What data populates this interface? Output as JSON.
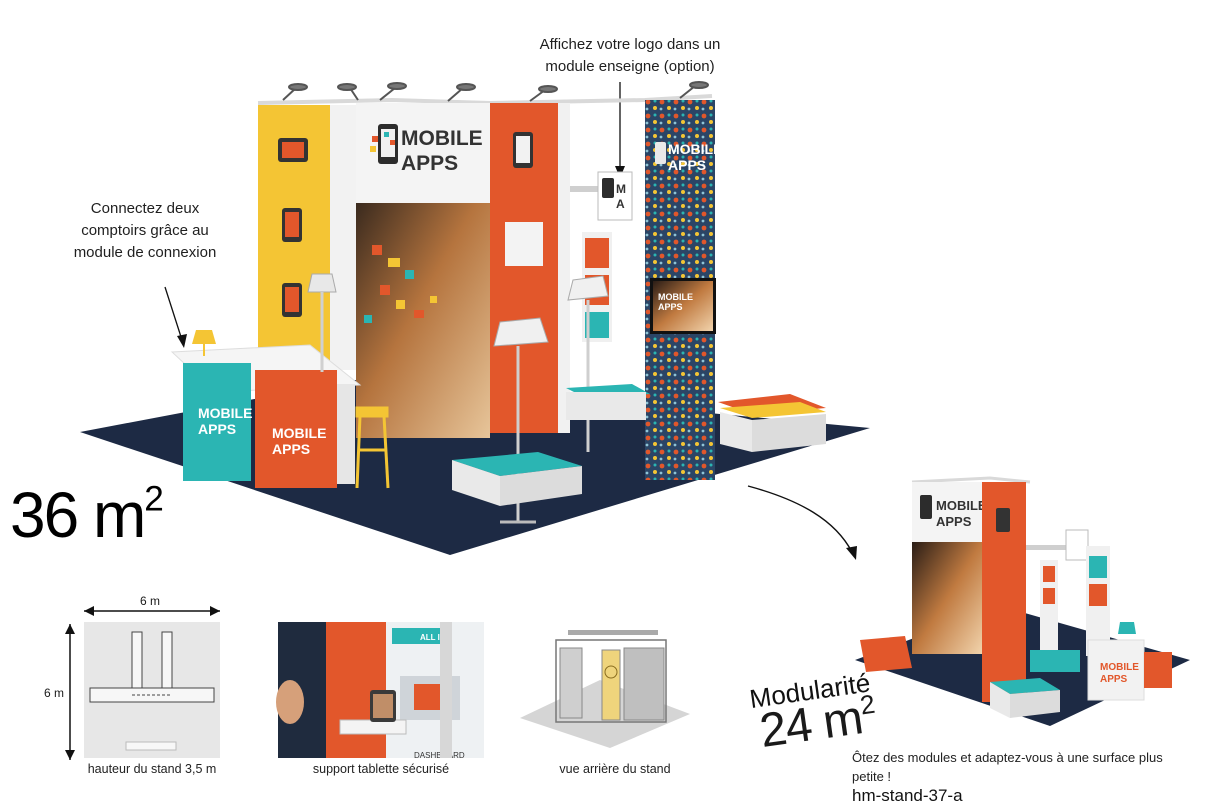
{
  "callouts": {
    "logo_option": [
      "Affichez votre logo dans un",
      "module enseigne (option)"
    ],
    "connect_counters": [
      "Connectez deux",
      "comptoirs grâce au",
      "module de connexion"
    ]
  },
  "main_area": {
    "value": "36 m",
    "exp": "2"
  },
  "small_area": {
    "label": "Modularité",
    "value": "24 m",
    "exp": "2"
  },
  "note": "Ôtez des modules et adaptez-vous à une surface plus petite !",
  "reference": "hm-stand-37-a",
  "brand": {
    "line1": "MOBILE",
    "line2": "APPS",
    "short": [
      "M",
      "A"
    ]
  },
  "plan": {
    "width_label": "6 m",
    "depth_label": "6 m",
    "caption": "hauteur du stand 3,5 m"
  },
  "thumb_tablet": {
    "caption": "support tablette sécurisé",
    "screen_text": "DASHBOARD",
    "panel_text": "ALL IN"
  },
  "thumb_rear": {
    "caption": "vue arrière du stand"
  },
  "colors": {
    "orange": "#e2572b",
    "teal": "#2bb5b3",
    "yellow": "#f4c534",
    "navy": "#1d2a44",
    "pattern": "#2b4566"
  }
}
